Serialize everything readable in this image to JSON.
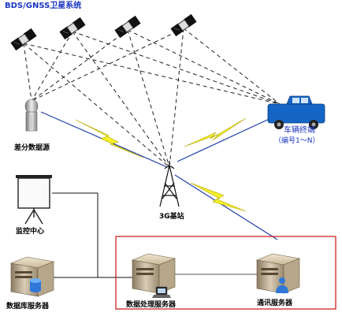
{
  "title": "BDS/GNSS卫星系统",
  "labels": {
    "diff_source": "差分数据源",
    "vehicle_terminal": "车辆终端",
    "vehicle_numbering": "（编号1～N）",
    "monitor_center": "监控中心",
    "base_station": "3G基站",
    "db_server": "数据库服务器",
    "data_server": "数据处理服务器",
    "comm_server": "通讯服务器"
  },
  "colors": {
    "dashed_line": "#222222",
    "link_blue": "#1e3ea8",
    "lightning": "#f2ef2a",
    "box_red": "#cc1111",
    "truck": "#1565c6",
    "title_blue": "#1a35c0"
  },
  "icons": [
    "satellite-icon",
    "antenna-icon",
    "truck-icon",
    "projector-screen-icon",
    "tower-icon",
    "server-icon",
    "database-icon",
    "person-icon",
    "laptop-icon"
  ]
}
